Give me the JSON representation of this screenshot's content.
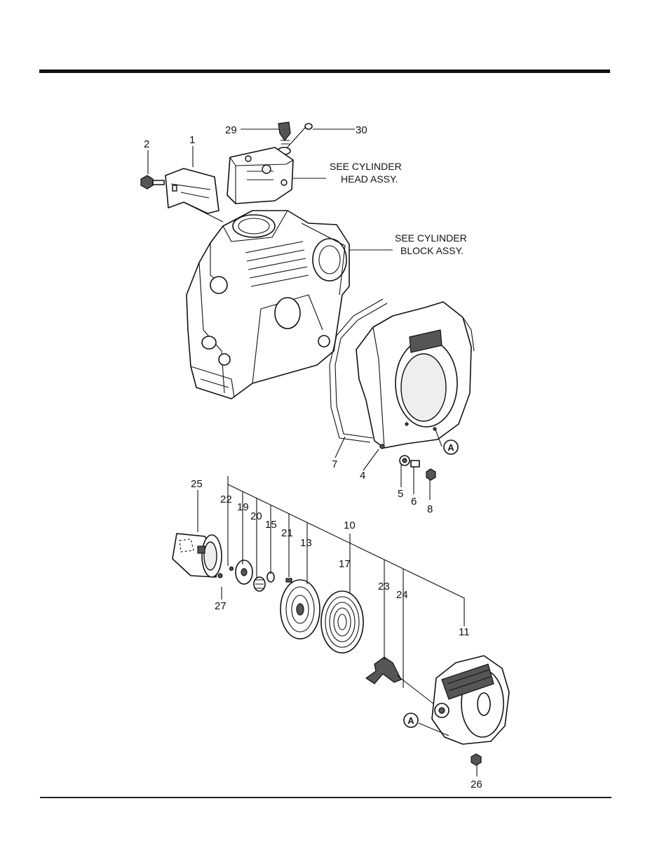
{
  "callouts": {
    "c1": "1",
    "c2": "2",
    "c29": "29",
    "c30": "30",
    "c7": "7",
    "c4": "4",
    "c5": "5",
    "c6": "6",
    "c8": "8",
    "c25": "25",
    "c22": "22",
    "c19": "19",
    "c20": "20",
    "c15": "15",
    "c21": "21",
    "c13": "13",
    "c10": "10",
    "c17": "17",
    "c23": "23",
    "c24": "24",
    "c11": "11",
    "c27": "27",
    "c26": "26",
    "cA1": "A",
    "cA2": "A"
  },
  "notes": {
    "head_line1": "SEE CYLINDER",
    "head_line2": "HEAD ASSY.",
    "block_line1": "SEE CYLINDER",
    "block_line2": "BLOCK ASSY."
  },
  "colors": {
    "ink": "#111111",
    "background": "#ffffff"
  }
}
